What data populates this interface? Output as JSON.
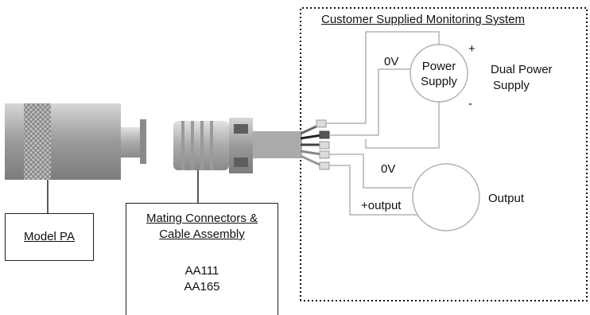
{
  "monitoring_system": {
    "title": "Customer Supplied Monitoring System"
  },
  "power_supply": {
    "label_line1": "Power",
    "label_line2": "Supply",
    "plus": "+",
    "minus": "-",
    "zero_v": "0V",
    "side_label_line1": "Dual Power",
    "side_label_line2": "Supply"
  },
  "output": {
    "zero_v": "0V",
    "plus_output": "+output",
    "label": "Output"
  },
  "model_box": {
    "label": "Model PA"
  },
  "mating_box": {
    "title_line1": "Mating Connectors &",
    "title_line2": "Cable Assembly",
    "part1": "AA111",
    "part2": "AA165"
  }
}
